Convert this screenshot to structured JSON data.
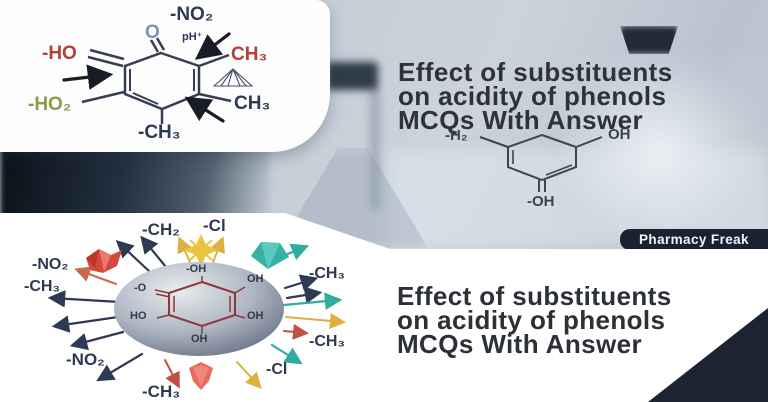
{
  "top_section": {
    "title_lines": [
      "Effect of substituents",
      "on acidity of phenols",
      "MCQs With Answer"
    ],
    "badge_label": "Pharmacy Freak",
    "quinone_labels": {
      "no2": "-NO₂",
      "o": "O",
      "ph_plus": "pH⁺",
      "ho": "-HO",
      "ch3_upper_right": "CH₃",
      "ch3_lower_right": "CH₃",
      "ho2": "-HO₂",
      "ch3_bottom": "-CH₃"
    },
    "phenol_labels": {
      "h2": "-H₂",
      "oh_right": "OH",
      "oh_bottom": "-OH"
    }
  },
  "bottom_section": {
    "title_lines": [
      "Effect of substituents",
      "on acidity of phenols",
      "MCQs With Answer"
    ],
    "ribbon_label": "Pharmacy Freak",
    "radial_center_labels": {
      "top": "-OH",
      "left": "-O",
      "right": "OH",
      "bottom_left": "HO",
      "bottom_right": "OH",
      "bottom": "OH"
    },
    "radial_outer_labels": {
      "ch2_top": "-CH₂",
      "cl_top": "-Cl",
      "no2_left": "-NO₂",
      "ch3_left": "-CH₃",
      "no2_bottom_left": "-NO₂",
      "ch3_bottom": "-CH₃",
      "ch3_right_upper": "-CH₃",
      "ch3_right_lower": "-CH₃",
      "cl_bottom_right": "-Cl"
    }
  },
  "colors": {
    "title_text": "#2e3239",
    "navy_label": "#2f3b56",
    "red_label": "#b2413a",
    "olive_label": "#8c9a4a",
    "steel_blue_label": "#7496b3",
    "badge_bg": "#1a2130",
    "badge_text": "#f2f4f7",
    "teal_accent": "#35b2a5",
    "yellow_accent": "#e4b83f",
    "red_accent": "#e06a5e",
    "sphere_gray": "#7c8798"
  }
}
